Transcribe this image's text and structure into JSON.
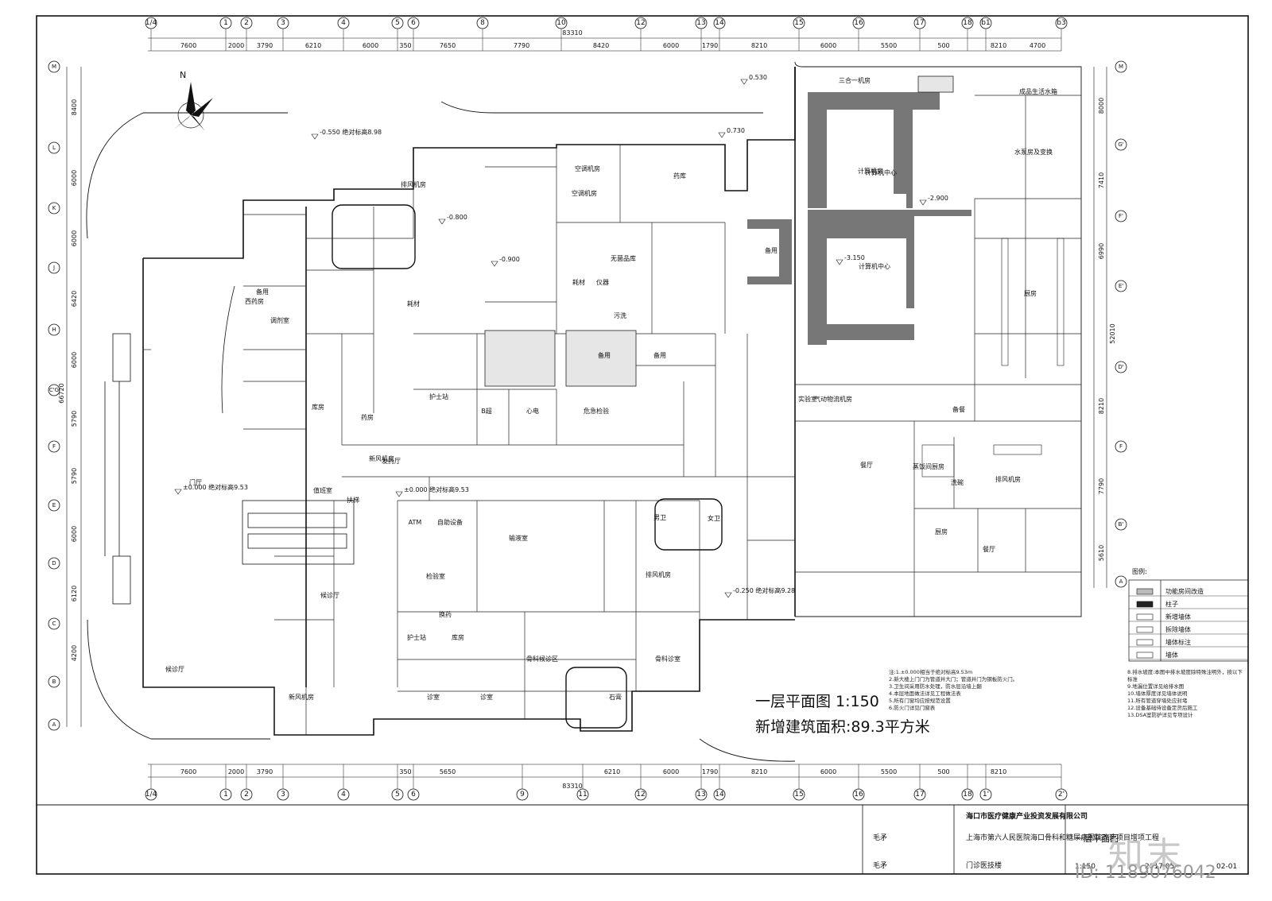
{
  "drawing": {
    "title": "一层平面图 1:150",
    "area_note": "新增建筑面积:89.3平方米",
    "total_width_dim": "83310",
    "total_height_dim": "66720",
    "right_height_dim": "52010"
  },
  "axes_top": [
    "1/4",
    "1",
    "2",
    "3",
    "4",
    "5",
    "6",
    "8",
    "10",
    "12",
    "13",
    "14",
    "15",
    "16",
    "17",
    "18",
    "b1",
    "b3"
  ],
  "axes_bottom": [
    "1/4",
    "1",
    "2",
    "3",
    "4",
    "5",
    "6",
    "9",
    "11",
    "12",
    "13",
    "14",
    "15",
    "16",
    "17",
    "18",
    "1'",
    "2'"
  ],
  "axes_left": [
    "M",
    "L",
    "K",
    "J",
    "H",
    "C'G",
    "F",
    "E",
    "D",
    "C",
    "B",
    "A"
  ],
  "axes_right": [
    "M",
    "G'",
    "F'",
    "E'",
    "D'",
    "F",
    "B'",
    "A"
  ],
  "dims_top": [
    "7600",
    "2000",
    "3790",
    "6210",
    "6000",
    "350",
    "7650",
    "7790",
    "8420",
    "6000",
    "1790",
    "8210",
    "6000",
    "5500",
    "500",
    "8210",
    "4700"
  ],
  "dims_bottom": [
    "7600",
    "2000",
    "3790",
    "350",
    "5650",
    "6210",
    "6000",
    "1790",
    "8210",
    "6000",
    "5500",
    "500",
    "8210"
  ],
  "dims_left": [
    "8400",
    "6000",
    "6000",
    "6420",
    "6000",
    "5790",
    "5790",
    "6000",
    "6120",
    "4200"
  ],
  "dims_right": [
    "8000",
    "7410",
    "6990",
    "8210",
    "7790",
    "5610"
  ],
  "rooms": [
    {
      "t": "三合一机房"
    },
    {
      "t": "计算机中心"
    },
    {
      "t": "计算机中心"
    },
    {
      "t": "备用"
    },
    {
      "t": "成品生活水箱"
    },
    {
      "t": "水泵房及变换"
    },
    {
      "t": "备用"
    },
    {
      "t": "药库"
    },
    {
      "t": "空调机房"
    },
    {
      "t": "无菌品库"
    },
    {
      "t": "西药房"
    },
    {
      "t": "调剂室"
    },
    {
      "t": "门厅"
    },
    {
      "t": "候诊厅"
    },
    {
      "t": "候诊厅"
    },
    {
      "t": "检验室"
    },
    {
      "t": "输液室"
    },
    {
      "t": "药房"
    },
    {
      "t": "发药厅"
    },
    {
      "t": "新风机房"
    },
    {
      "t": "新风机房"
    },
    {
      "t": "排风机房"
    },
    {
      "t": "骨科诊室"
    },
    {
      "t": "骨科候诊区"
    },
    {
      "t": "诊室"
    },
    {
      "t": "诊室"
    },
    {
      "t": "餐厅"
    },
    {
      "t": "餐厅"
    },
    {
      "t": "厨房"
    },
    {
      "t": "备餐"
    },
    {
      "t": "洗碗"
    },
    {
      "t": "排风机房"
    },
    {
      "t": "危急检验"
    },
    {
      "t": "心电"
    },
    {
      "t": "B超"
    },
    {
      "t": "备用"
    },
    {
      "t": "护士站"
    },
    {
      "t": "库房"
    },
    {
      "t": "仪器"
    },
    {
      "t": "耗材"
    },
    {
      "t": "耗材"
    },
    {
      "t": "污洗"
    },
    {
      "t": "备用"
    },
    {
      "t": "实验室"
    },
    {
      "t": "气动物流机房"
    },
    {
      "t": "扶梯"
    },
    {
      "t": "ATM"
    },
    {
      "t": "自助设备"
    },
    {
      "t": "女卫"
    },
    {
      "t": "男卫"
    },
    {
      "t": "值班室"
    },
    {
      "t": "护士站"
    },
    {
      "t": "库房"
    },
    {
      "t": "石膏"
    },
    {
      "t": "换药"
    },
    {
      "t": "排风机房"
    },
    {
      "t": "空调机房"
    },
    {
      "t": "厨房"
    },
    {
      "t": "蒸饭间厨房"
    },
    {
      "t": "计算机房"
    }
  ],
  "elevations": [
    "±0.000 绝对标高9.53",
    "-0.550 绝对标高8.98",
    "-2.900",
    "-3.150",
    "0.530",
    "0.730",
    "±0.000 绝对标高9.53",
    "-0.250 绝对标高9.28",
    "-0.800",
    "-0.900"
  ],
  "title_block": {
    "client": "海口市医疗健康产业投资发展有限公司",
    "project": "上海市第六人民医院海口骨科和糖尿病医院改造项目增项工程",
    "subproject": "门诊医技楼",
    "sheet_name": "一层平面图",
    "scale": "1:150",
    "date": "2017.05",
    "sheet_no": "02-01",
    "sig1": "毛矛",
    "sig2": "毛矛"
  },
  "notes_left": [
    "注:1.±0.000相当于绝对标高9.53m",
    "2.新大楼上门门为管道井大门；管道井门为钢板防火门。",
    "3.卫生间采用防水处理，防水层沿墙上翻",
    "4.本层地面做法详见工程做法表",
    "5.所有门窗均应按规范设置",
    "6.防火门详见门窗表"
  ],
  "notes_right": [
    "8.排水坡度:本图中排水坡度除特殊注明外，按以下标准",
    "9.地漏位置详见给排水图",
    "10.墙体厚度详见墙体说明",
    "11.所有管道穿墙处应封堵",
    "12.设备基础待设备定货后施工",
    "13.DSA室防护详见专项设计"
  ],
  "legend": {
    "title": "图例:",
    "items": [
      "功能房间改造",
      "柱子",
      "新增墙体",
      "拆除墙体",
      "墙体标注",
      "墙体"
    ]
  },
  "watermark": {
    "logo": "知末",
    "id": "ID: 1189076042"
  },
  "colors": {
    "line": "#111111",
    "wall": "#3a3a3a",
    "hatch": "#8a8a8a",
    "grey_room": "#d6d6d6",
    "watermark": "#c8c8c8"
  }
}
